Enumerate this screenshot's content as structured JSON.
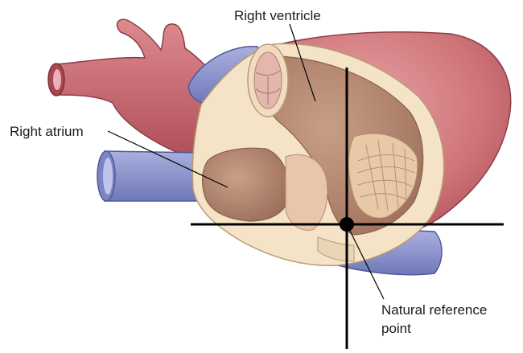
{
  "labels": {
    "right_ventricle": "Right ventricle",
    "right_atrium": "Right atrium",
    "reference_line1": "Natural reference",
    "reference_line2": "point"
  },
  "colors": {
    "heart_red": "#c9686e",
    "vessel_red": "#c35d66",
    "vein_blue": "#8f97cf",
    "cut_surface": "#f4e3c6",
    "chamber_interior": "#b78a72",
    "line": "#000000"
  }
}
